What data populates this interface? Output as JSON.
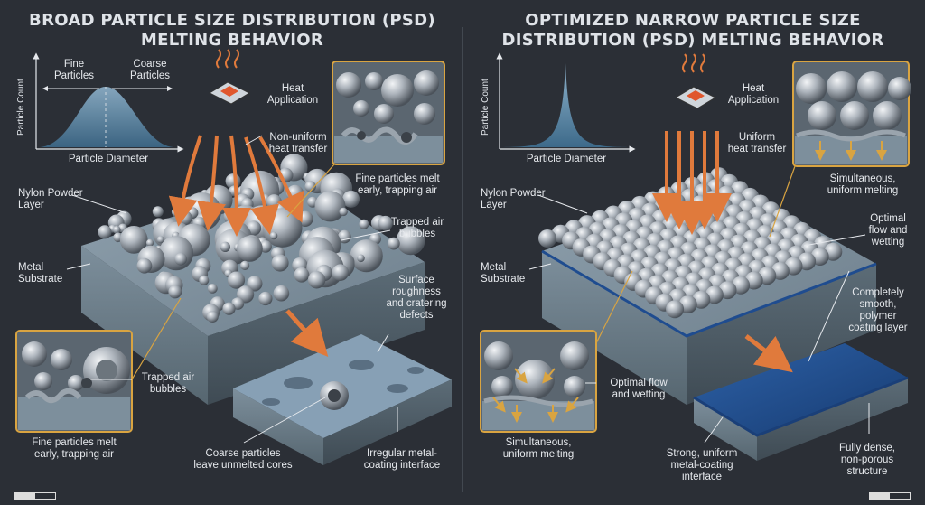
{
  "colors": {
    "background": "#2b2f36",
    "accent": "#e07a3c",
    "callout": "#d9a441",
    "coating": "#1f4c8f"
  },
  "left": {
    "title": "BROAD PARTICLE SIZE DISTRIBUTION (PSD) MELTING BEHAVIOR",
    "chart_fine": "Fine\nParticles",
    "chart_coarse": "Coarse\nParticles",
    "chart_ylabel": "Particle Count",
    "chart_xlabel": "Particle Diameter",
    "heat": "Heat\nApplication",
    "nonuniform": "Non-uniform\nheat transfer",
    "powder": "Nylon Powder\nLayer",
    "substrate": "Metal\nSubstrate",
    "fine_melt_top": "Fine particles melt\nearly, trapping air",
    "trapped_right": "Trapped air\nbubbles",
    "roughness": "Surface\nroughness\nand cratering\ndefects",
    "trapped_inset": "Trapped air\nbubbles",
    "fine_melt_bottom": "Fine particles melt\nearly, trapping air",
    "coarse_cores": "Coarse particles\nleave unmelted cores",
    "irregular": "Irregular metal-\ncoating interface"
  },
  "right": {
    "title": "OPTIMIZED NARROW PARTICLE SIZE DISTRIBUTION (PSD) MELTING BEHAVIOR",
    "chart_ylabel": "Particle Count",
    "chart_xlabel": "Particle Diameter",
    "heat": "Heat\nApplication",
    "uniform": "Uniform\nheat transfer",
    "powder": "Nylon Powder\nLayer",
    "substrate": "Metal\nSubstrate",
    "simultaneous_top": "Simultaneous,\nuniform melting",
    "optimal_right": "Optimal\nflow and\nwetting",
    "smooth": "Completely\nsmooth,\npolymer\ncoating layer",
    "optimal_inset": "Optimal flow\nand wetting",
    "simultaneous_bottom": "Simultaneous,\nuniform melting",
    "strong": "Strong, uniform\nmetal-coating\ninterface",
    "dense": "Fully dense,\nnon-porous\nstructure"
  }
}
